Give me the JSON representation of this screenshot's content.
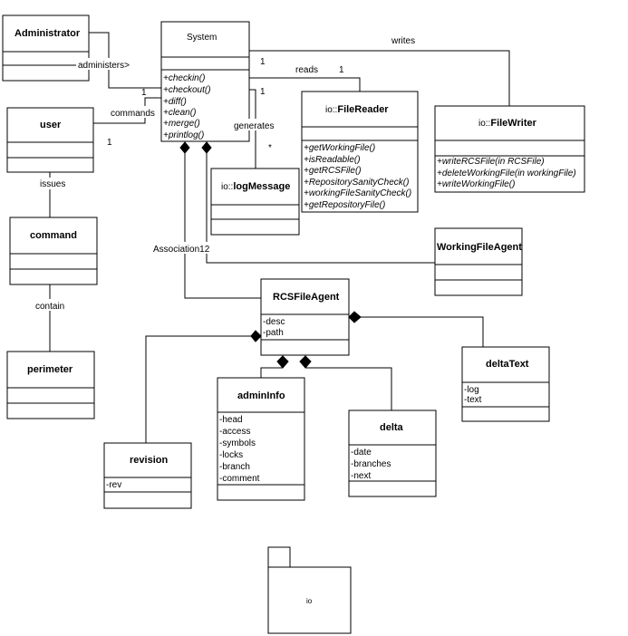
{
  "classes": {
    "administrator": {
      "name": "Administrator"
    },
    "system": {
      "name": "System",
      "operations": [
        "+checkin()",
        "+checkout()",
        "+diff()",
        "+clean()",
        "+merge()",
        "+printlog()"
      ]
    },
    "user": {
      "name": "user"
    },
    "command": {
      "name": "command"
    },
    "perimeter": {
      "name": "perimeter"
    },
    "filereader": {
      "pkg": "io::",
      "name": "FileReader",
      "operations": [
        "+getWorkingFile()",
        "+isReadable()",
        "+getRCSFile()",
        "+RepositorySanityCheck()",
        "+workingFileSanityCheck()",
        "+getRepositoryFile()"
      ]
    },
    "filewriter": {
      "pkg": "io::",
      "name": "FileWriter",
      "operations": [
        "+writeRCSFile(in RCSFile)",
        "+deleteWorkingFile(in workingFile)",
        "+writeWorkingFile()"
      ]
    },
    "logmessage": {
      "pkg": "io::",
      "name": "logMessage"
    },
    "workingfileagent": {
      "name": "WorkingFileAgent"
    },
    "rcsfileagent": {
      "name": "RCSFileAgent",
      "attributes": [
        "-desc",
        "-path"
      ]
    },
    "admininfo": {
      "name": "adminInfo",
      "attributes": [
        "-head",
        "-access",
        "-symbols",
        "-locks",
        "-branch",
        "-comment"
      ]
    },
    "delta": {
      "name": "delta",
      "attributes": [
        "-date",
        "-branches",
        "-next"
      ]
    },
    "deltatext": {
      "name": "deltaText",
      "attributes": [
        "-log",
        "-text"
      ]
    },
    "revision": {
      "name": "revision",
      "attributes": [
        "-rev"
      ]
    }
  },
  "package": {
    "name": "io"
  },
  "labels": {
    "administers": "administers>",
    "commands": "commands",
    "issues": "issues",
    "contain": "contain",
    "writes": "writes",
    "reads": "reads",
    "generates": "generates",
    "association12": "Association12",
    "mult_one": "1",
    "mult_many": "*"
  }
}
